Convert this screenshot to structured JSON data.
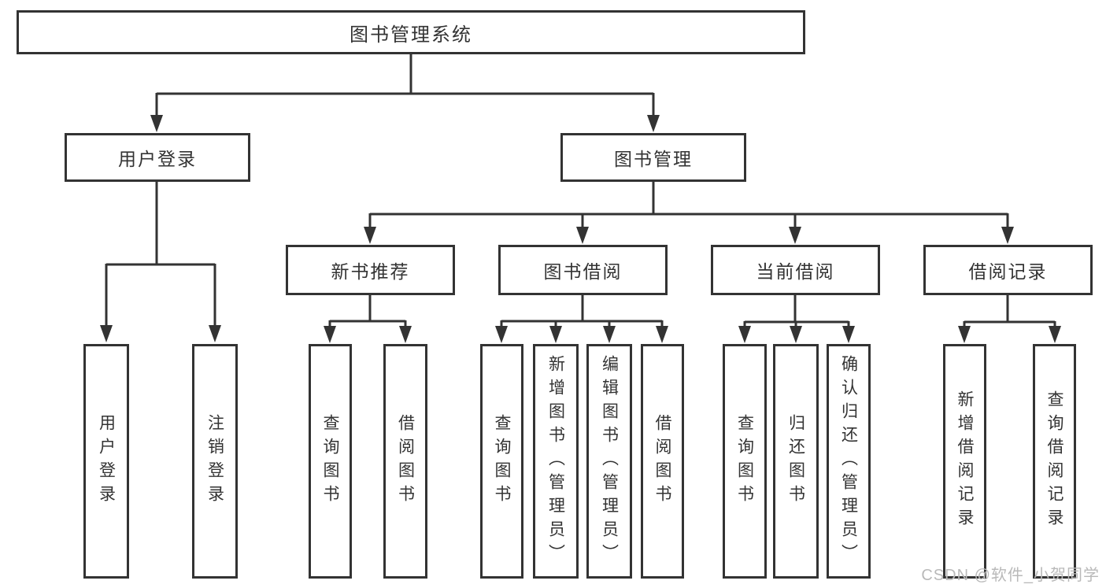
{
  "diagram": {
    "root": {
      "label": "图书管理系统"
    },
    "level2": {
      "user_login": {
        "label": "用户登录"
      },
      "book_management": {
        "label": "图书管理"
      }
    },
    "level3": {
      "new_book_recommend": {
        "label": "新书推荐"
      },
      "book_borrow": {
        "label": "图书借阅"
      },
      "current_borrow": {
        "label": "当前借阅"
      },
      "borrow_records": {
        "label": "借阅记录"
      }
    },
    "leaves": {
      "user_login": {
        "label": "用户登录"
      },
      "logout": {
        "label": "注销登录"
      },
      "nb_query_books": {
        "label": "查询图书"
      },
      "nb_borrow_books": {
        "label": "借阅图书"
      },
      "bb_query_books": {
        "label": "查询图书"
      },
      "bb_add_books_admin": {
        "label": "新增图书（管理员）"
      },
      "bb_edit_books_admin": {
        "label": "编辑图书（管理员）"
      },
      "bb_borrow_books": {
        "label": "借阅图书"
      },
      "cb_query_books": {
        "label": "查询图书"
      },
      "cb_return_books": {
        "label": "归还图书"
      },
      "cb_confirm_return_admin": {
        "label": "确认归还（管理员）"
      },
      "br_add_record": {
        "label": "新增借阅记录"
      },
      "br_query_record": {
        "label": "查询借阅记录"
      }
    }
  },
  "colors": {
    "line": "#333333",
    "box_border": "#333333",
    "text": "#333333",
    "watermark": "#b9b9b9"
  },
  "watermark": {
    "text": "CSDN @软件_小贺同学"
  }
}
